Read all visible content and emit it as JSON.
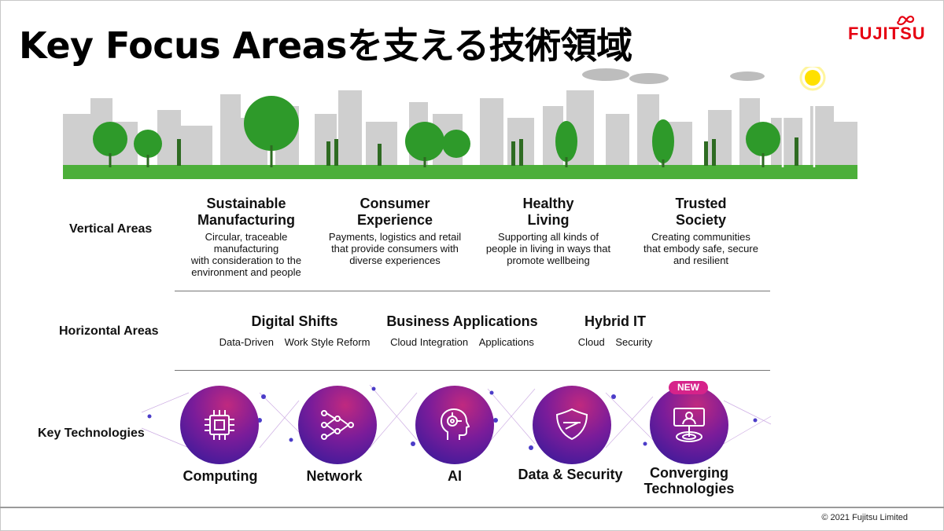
{
  "title": "Key Focus Areasを支える技術領域",
  "logo": {
    "text": "FUJITSU",
    "icon": "infinity-logo-icon",
    "color": "#e60012"
  },
  "rows": {
    "vertical": "Vertical Areas",
    "horizontal": "Horizontal Areas",
    "key": "Key Technologies"
  },
  "vertical_areas": [
    {
      "title": "Sustainable\nManufacturing",
      "desc": "Circular, traceable\nmanufacturing\nwith consideration to the\nenvironment and people"
    },
    {
      "title": "Consumer\nExperience",
      "desc": "Payments, logistics and retail\nthat provide consumers with\ndiverse experiences"
    },
    {
      "title": "Healthy\nLiving",
      "desc": "Supporting all kinds of\npeople in living in ways that\npromote wellbeing"
    },
    {
      "title": "Trusted\nSociety",
      "desc": "Creating communities\nthat embody safe, secure\nand resilient"
    }
  ],
  "horizontal_areas": [
    {
      "title": "Digital Shifts",
      "items": [
        "Data-Driven",
        "Work Style Reform"
      ]
    },
    {
      "title": "Business Applications",
      "items": [
        "Cloud Integration",
        "Applications"
      ]
    },
    {
      "title": "Hybrid IT",
      "items": [
        "Cloud",
        "Security"
      ]
    }
  ],
  "key_technologies": [
    {
      "label": "Computing",
      "icon": "chip-icon"
    },
    {
      "label": "Network",
      "icon": "network-icon"
    },
    {
      "label": "AI",
      "icon": "ai-head-icon"
    },
    {
      "label": "Data & Security",
      "icon": "shield-icon"
    },
    {
      "label": "Converging\nTechnologies",
      "icon": "converging-icon"
    }
  ],
  "new_badge": "NEW",
  "copyright": "© 2021 Fujitsu Limited",
  "colors": {
    "tech_gradient_start": "#c0297f",
    "tech_gradient_end": "#2a1a9a",
    "badge": "#d6238a",
    "ground": "#4caf3a",
    "tree": "#2e9a2a"
  }
}
